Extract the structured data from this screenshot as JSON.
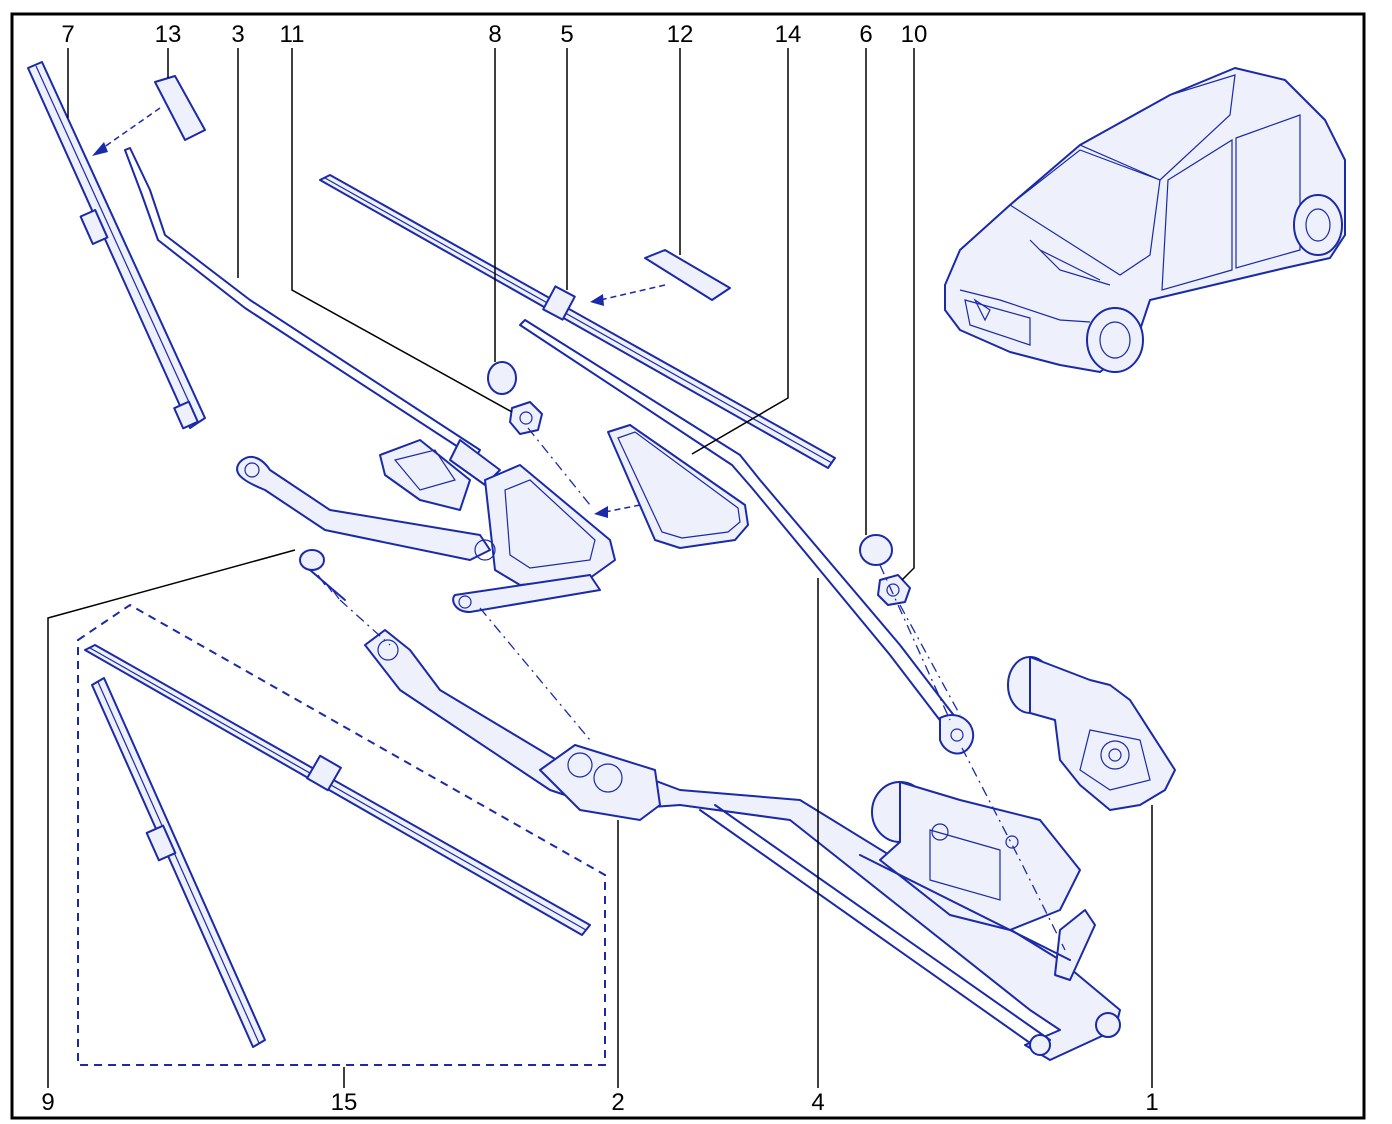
{
  "callouts": {
    "c1": "1",
    "c2": "2",
    "c3": "3",
    "c4": "4",
    "c5": "5",
    "c6": "6",
    "c7": "7",
    "c8": "8",
    "c9": "9",
    "c10": "10",
    "c11": "11",
    "c12": "12",
    "c13": "13",
    "c14": "14",
    "c15": "15"
  },
  "colors": {
    "line_art": "#1a2aa8",
    "frame": "#000000",
    "background": "#ffffff"
  }
}
